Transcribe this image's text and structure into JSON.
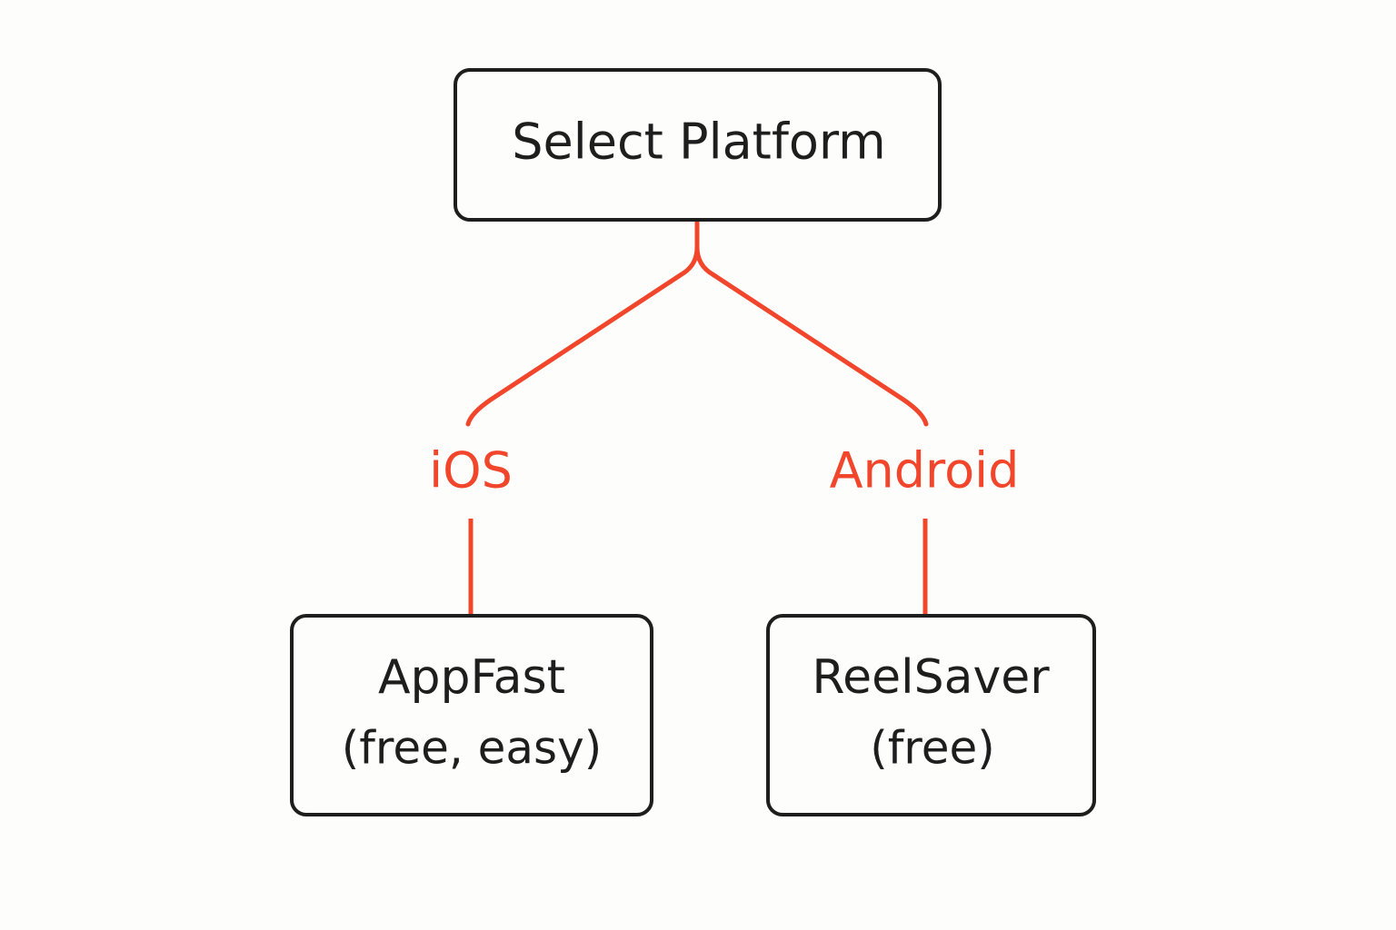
{
  "colors": {
    "background": "#fdfdfb",
    "box_stroke": "#1e1e1e",
    "text": "#1e1e1e",
    "connector": "#f2462c"
  },
  "root": {
    "label": "Select Platform"
  },
  "branches": [
    {
      "label": "iOS",
      "result": {
        "title": "AppFast",
        "note": "(free, easy)"
      }
    },
    {
      "label": "Android",
      "result": {
        "title": "ReelSaver",
        "note": "(free)"
      }
    }
  ]
}
